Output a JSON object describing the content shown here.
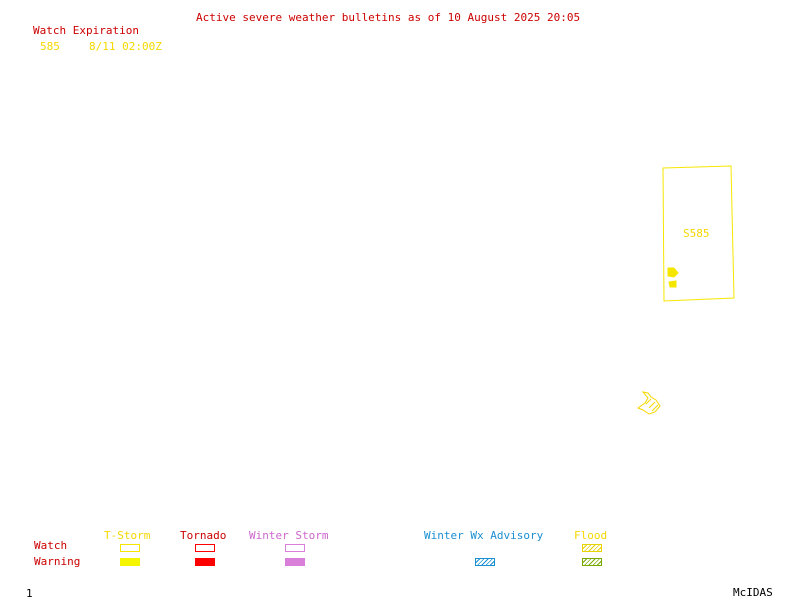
{
  "header": {
    "title": "Active severe weather bulletins as of 10 August 2025 20:05"
  },
  "watch_table": {
    "heading": "Watch Expiration",
    "rows": [
      {
        "id": "585",
        "expiration": "8/11 02:00Z"
      }
    ]
  },
  "map": {
    "watch_label": "S585"
  },
  "legend": {
    "row_watch": "Watch",
    "row_warning": "Warning",
    "categories": [
      {
        "label": "T-Storm",
        "color": "#f5e600"
      },
      {
        "label": "Tornado",
        "color": "#ff0000"
      },
      {
        "label": "Winter Storm",
        "color": "#d97fd9"
      },
      {
        "label": "Winter Wx Advisory",
        "color": "#1a8fd1"
      },
      {
        "label": "Flood",
        "color": "#88bb22"
      }
    ]
  },
  "footer": {
    "frame_number": "1",
    "brand": "McIDAS"
  },
  "colors": {
    "title": "#cc0000",
    "watch_outline": "#f5e600"
  }
}
